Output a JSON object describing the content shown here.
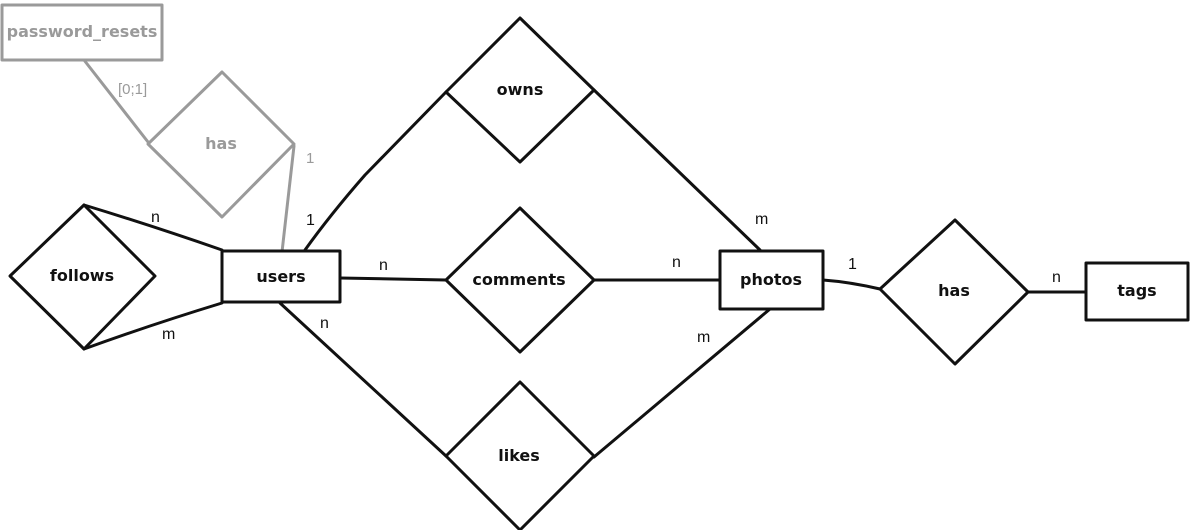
{
  "diagram": {
    "entities": {
      "password_resets": "password_resets",
      "users": "users",
      "photos": "photos",
      "tags": "tags"
    },
    "relationships": {
      "has_reset": "has",
      "follows": "follows",
      "owns": "owns",
      "comments": "comments",
      "likes": "likes",
      "has_tag": "has"
    },
    "cardinalities": {
      "reset_side": "[0;1]",
      "reset_user_side": "1",
      "follows_n": "n",
      "follows_m": "m",
      "owns_user": "1",
      "owns_photo": "m",
      "comments_user": "n",
      "comments_photo": "n",
      "likes_user": "n",
      "likes_photo": "m",
      "tag_photo": "1",
      "tag_tags": "n"
    },
    "colors": {
      "line": "#111111",
      "faded": "#9a9a9a"
    }
  }
}
